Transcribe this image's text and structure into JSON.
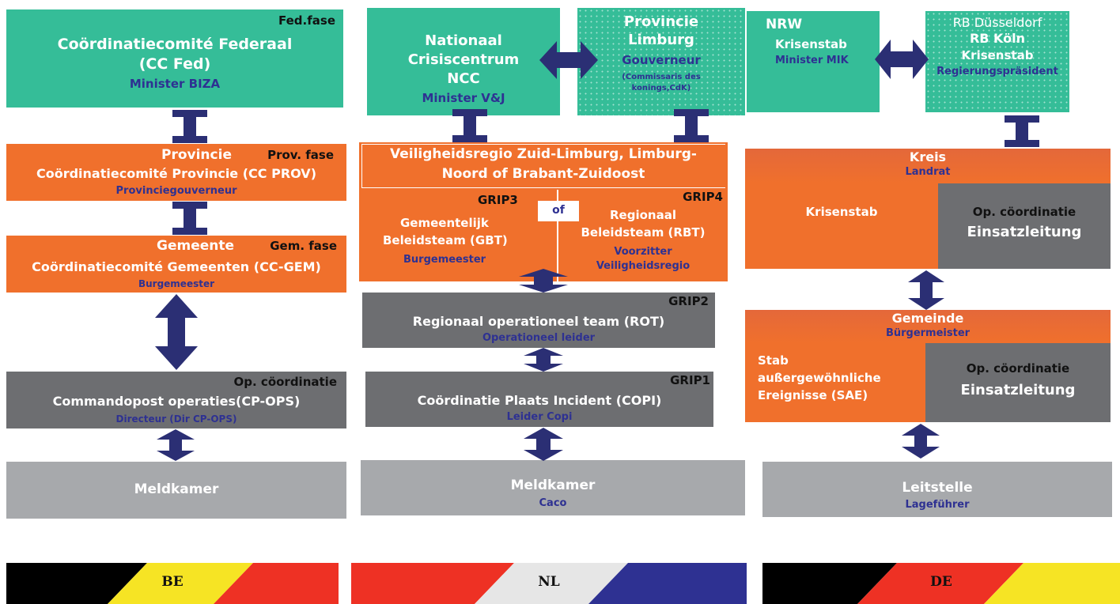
{
  "be": {
    "cc_fed": {
      "phase": "Fed.fase",
      "line1": "Coördinatiecomité Federaal",
      "line2": "(CC Fed)",
      "role": "Minister BIZA"
    },
    "cc_prov": {
      "title": "Provincie",
      "phase": "Prov. fase",
      "line": "Coördinatiecomité Provincie (CC PROV)",
      "role": "Provinciegouverneur"
    },
    "cc_gem": {
      "title": "Gemeente",
      "phase": "Gem. fase",
      "line": "Coördinatiecomité Gemeenten (CC-GEM)",
      "role": "Burgemeester"
    },
    "cp_ops": {
      "phase": "Op. cöordinatie",
      "line": "Commandopost operaties(CP-OPS)",
      "role": "Directeur (Dir CP-OPS)"
    },
    "meldkamer": {
      "title": "Meldkamer"
    }
  },
  "nl": {
    "ncc": {
      "line1": "Nationaal",
      "line2": "Crisiscentrum",
      "line3": "NCC",
      "role": "Minister V&J"
    },
    "limburg": {
      "line1": "Provincie",
      "line2": "Limburg",
      "role1": "Gouverneur",
      "role2": "(Commissaris des",
      "role3": "konings,CdK)"
    },
    "vr": {
      "line1": "Veiligheidsregio Zuid-Limburg, Limburg-",
      "line2": "Noord of Brabant-Zuidoost"
    },
    "gbt": {
      "grip": "GRIP3",
      "line1": "Gemeentelijk",
      "line2": "Beleidsteam (GBT)",
      "role": "Burgemeester"
    },
    "of_label": "of",
    "rbt": {
      "grip": "GRIP4",
      "line1": "Regionaal",
      "line2": "Beleidsteam (RBT)",
      "role1": "Voorzitter",
      "role2": "Veiligheidsregio"
    },
    "rot": {
      "grip": "GRIP2",
      "line": "Regionaal operationeel team (ROT)",
      "role": "Operationeel leider"
    },
    "copi": {
      "grip": "GRIP1",
      "line": "Coördinatie Plaats Incident (COPI)",
      "role": "Leider Copi"
    },
    "meldkamer": {
      "title": "Meldkamer",
      "role": "Caco"
    }
  },
  "de": {
    "nrw": {
      "line1": "NRW",
      "line2": "Krisenstab",
      "role": "Minister MIK"
    },
    "rb": {
      "line1": "RB Düsseldorf",
      "line2": "RB Köln",
      "line3": "Krisenstab",
      "role": "Regierungspräsident"
    },
    "kreis": {
      "title": "Kreis",
      "role": "Landrat",
      "left": "Krisenstab",
      "right1": "Op. cöordinatie",
      "right2": "Einsatzleitung"
    },
    "gemeinde": {
      "title": "Gemeinde",
      "role": "Bürgermeister",
      "left1": "Stab",
      "left2": "außergewöhnliche",
      "left3": "Ereignisse (SAE)",
      "right1": "Op. cöordinatie",
      "right2": "Einsatzleitung"
    },
    "leitstelle": {
      "title": "Leitstelle",
      "role": "Lageführer"
    }
  },
  "flags": {
    "be": "BE",
    "nl": "NL",
    "de": "DE"
  },
  "colors": {
    "teal": "#35bd98",
    "orange": "#f0702c",
    "dark_gray": "#6d6e71",
    "light_gray": "#a7a9ac",
    "navy": "#2e3192",
    "arrow": "#2b2f74"
  }
}
